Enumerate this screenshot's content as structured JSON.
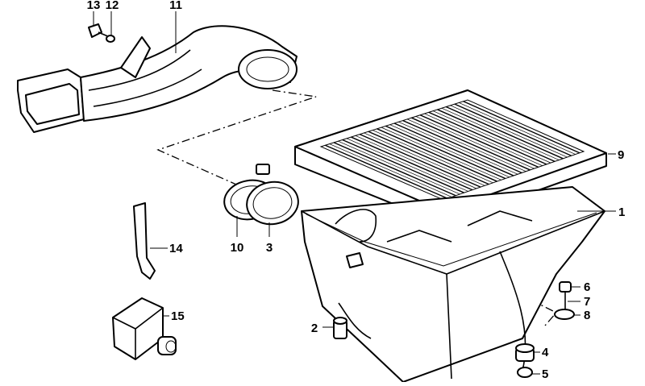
{
  "callouts": {
    "p1": "1",
    "p2": "2",
    "p3": "3",
    "p4": "4",
    "p5": "5",
    "p6": "6",
    "p7": "7",
    "p8": "8",
    "p9": "9",
    "p10": "10",
    "p11": "11",
    "p12": "12",
    "p13": "13",
    "p14": "14",
    "p15": "15"
  }
}
